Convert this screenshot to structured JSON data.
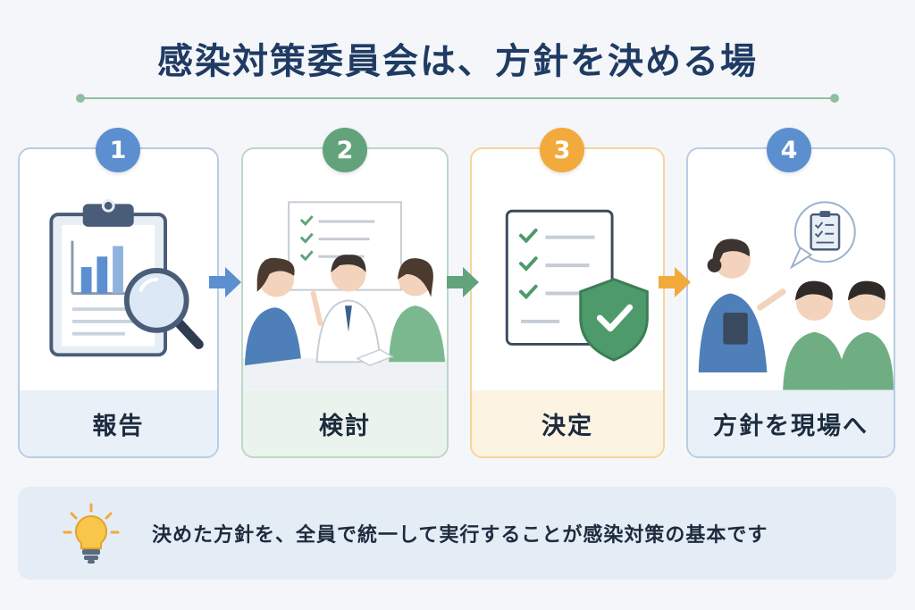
{
  "title": "感染対策委員会は、方針を決める場",
  "steps": [
    {
      "number": "1",
      "label": "報告",
      "color": "#5b8fcf",
      "border": "#b8cde6",
      "tint": "#e9f0f8",
      "icon": "report-clipboard-magnifier-icon"
    },
    {
      "number": "2",
      "label": "検討",
      "color": "#62a37c",
      "border": "#bcd8c5",
      "tint": "#eaf3ec",
      "icon": "team-discussion-icon"
    },
    {
      "number": "3",
      "label": "決定",
      "color": "#f2aa3c",
      "border": "#f5d49a",
      "tint": "#fdf3e2",
      "icon": "checklist-shield-icon"
    },
    {
      "number": "4",
      "label": "方針を現場へ",
      "color": "#5b8fcf",
      "border": "#b8cde6",
      "tint": "#e9f0f8",
      "icon": "staff-instruction-icon"
    }
  ],
  "arrows": [
    {
      "color": "#5b8fcf",
      "icon": "arrow-right-icon"
    },
    {
      "color": "#62a37c",
      "icon": "arrow-right-icon"
    },
    {
      "color": "#f2aa3c",
      "icon": "arrow-right-icon"
    }
  ],
  "note": {
    "icon": "light-bulb-icon",
    "text": "決めた方針を、全員で統一して実行することが感染対策の基本です"
  },
  "colors": {
    "title": "#1f3b63",
    "rule": "#8fbfa0",
    "note_bg": "#e4ecf5"
  }
}
